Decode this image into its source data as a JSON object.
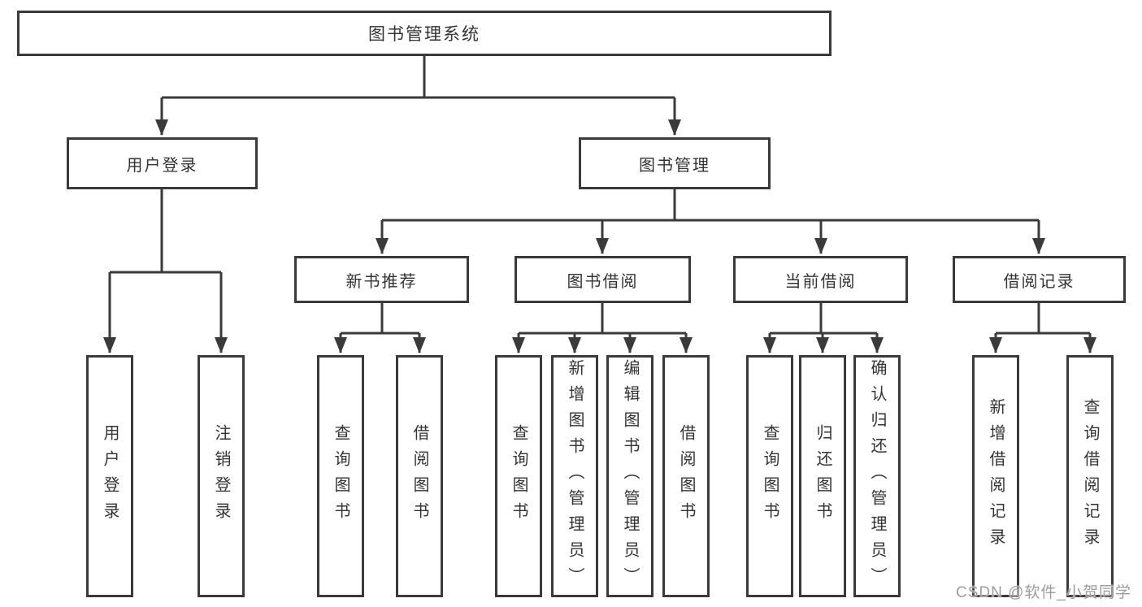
{
  "tree": {
    "label": "图书管理系统",
    "children": [
      {
        "label": "用户登录",
        "children": [
          {
            "label": "用户登录"
          },
          {
            "label": "注销登录"
          }
        ]
      },
      {
        "label": "图书管理",
        "children": [
          {
            "label": "新书推荐",
            "children": [
              {
                "label": "查询图书"
              },
              {
                "label": "借阅图书"
              }
            ]
          },
          {
            "label": "图书借阅",
            "children": [
              {
                "label": "查询图书"
              },
              {
                "label": "新增图书（管理员）"
              },
              {
                "label": "编辑图书（管理员）"
              },
              {
                "label": "借阅图书"
              }
            ]
          },
          {
            "label": "当前借阅",
            "children": [
              {
                "label": "查询图书"
              },
              {
                "label": "归还图书"
              },
              {
                "label": "确认归还（管理员）"
              }
            ]
          },
          {
            "label": "借阅记录",
            "children": [
              {
                "label": "新增借阅记录"
              },
              {
                "label": "查询借阅记录"
              }
            ]
          }
        ]
      }
    ]
  },
  "watermark": {
    "text": "CSDN @软件_小贺同学"
  },
  "colors": {
    "line": "#3a3a3a",
    "text": "#333333",
    "watermark": "#9c9c9c",
    "background": "#ffffff"
  }
}
